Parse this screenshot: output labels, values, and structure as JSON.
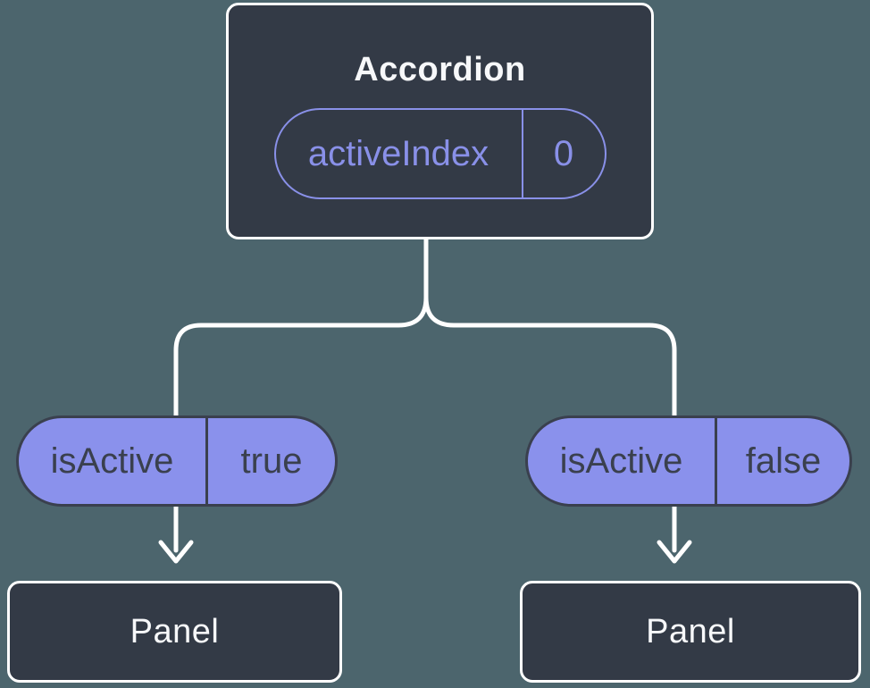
{
  "colors": {
    "background": "#4C656D",
    "node_fill": "#333A46",
    "node_border": "#FFFFFF",
    "connector": "#FFFFFF",
    "pill_fill": "#8A91EC",
    "pill_border_dark": "#3A404E",
    "state_accent": "#8990E8",
    "text_light": "#F7F8FA"
  },
  "tree": {
    "root": {
      "title": "Accordion",
      "state": {
        "name": "activeIndex",
        "value": "0"
      }
    },
    "children": [
      {
        "prop": {
          "name": "isActive",
          "value": "true"
        },
        "node": {
          "title": "Panel"
        }
      },
      {
        "prop": {
          "name": "isActive",
          "value": "false"
        },
        "node": {
          "title": "Panel"
        }
      }
    ]
  }
}
